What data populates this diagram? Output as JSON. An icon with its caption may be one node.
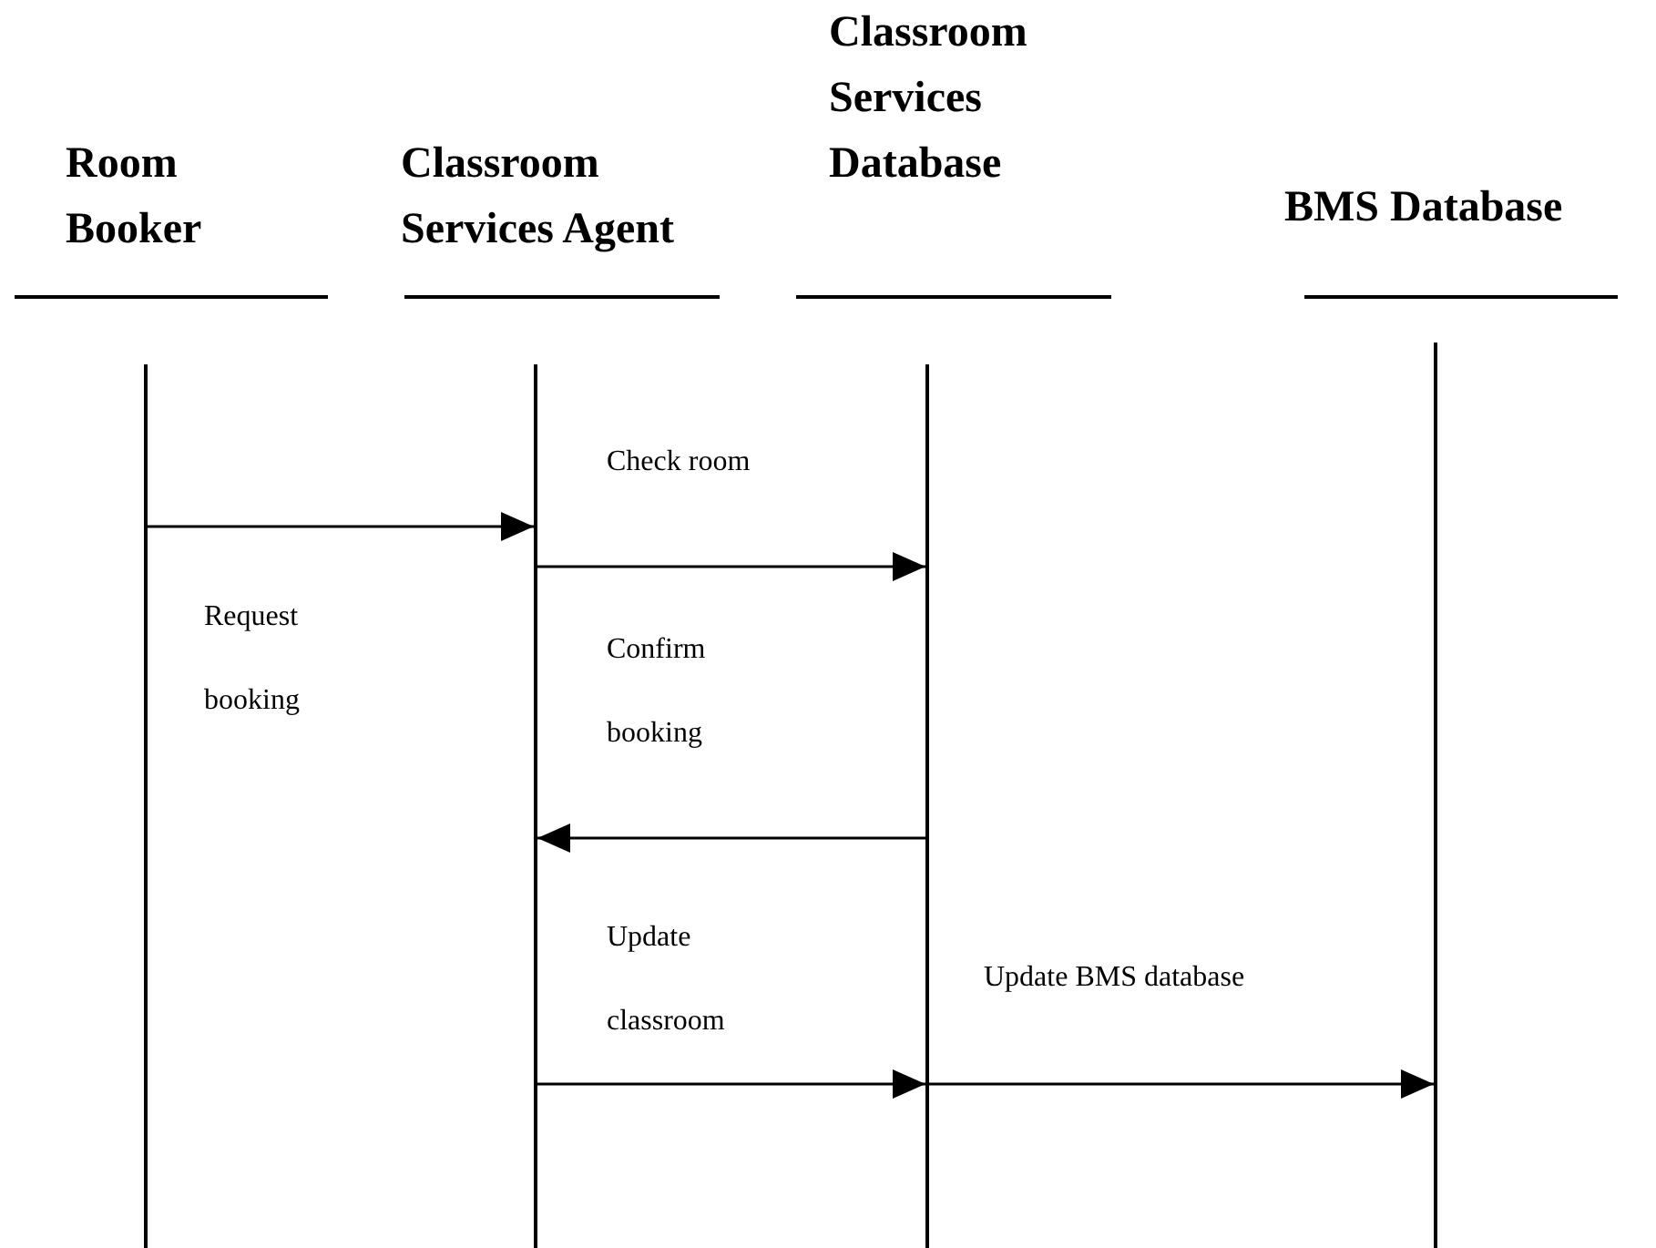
{
  "diagram": {
    "nodes": [
      {
        "text": [],
        "shape": "bar"
      },
      {
        "text": [],
        "shape": "bar"
      },
      {
        "text": [],
        "shape": "bar"
      },
      {
        "text": [],
        "shape": "bar"
      }
    ],
    "edges": [
      {
        "from": 0,
        "to": 1,
        "arrow": "to",
        "label": "Request booking"
      },
      {
        "from": 1,
        "to": 2,
        "arrow": "to",
        "label": "Check room"
      },
      {
        "from": 2,
        "to": 1,
        "arrow": "to",
        "label": "Confirm booking"
      },
      {
        "from": 1,
        "to": 2,
        "arrow": "to",
        "label": "Update classroom"
      },
      {
        "from": 2,
        "to": 3,
        "arrow": "to",
        "label": "Update BMS database"
      }
    ],
    "labels": [
      "Room Booker",
      "Classroom Services Agent",
      "Classroom Services Database",
      "BMS Database"
    ]
  }
}
